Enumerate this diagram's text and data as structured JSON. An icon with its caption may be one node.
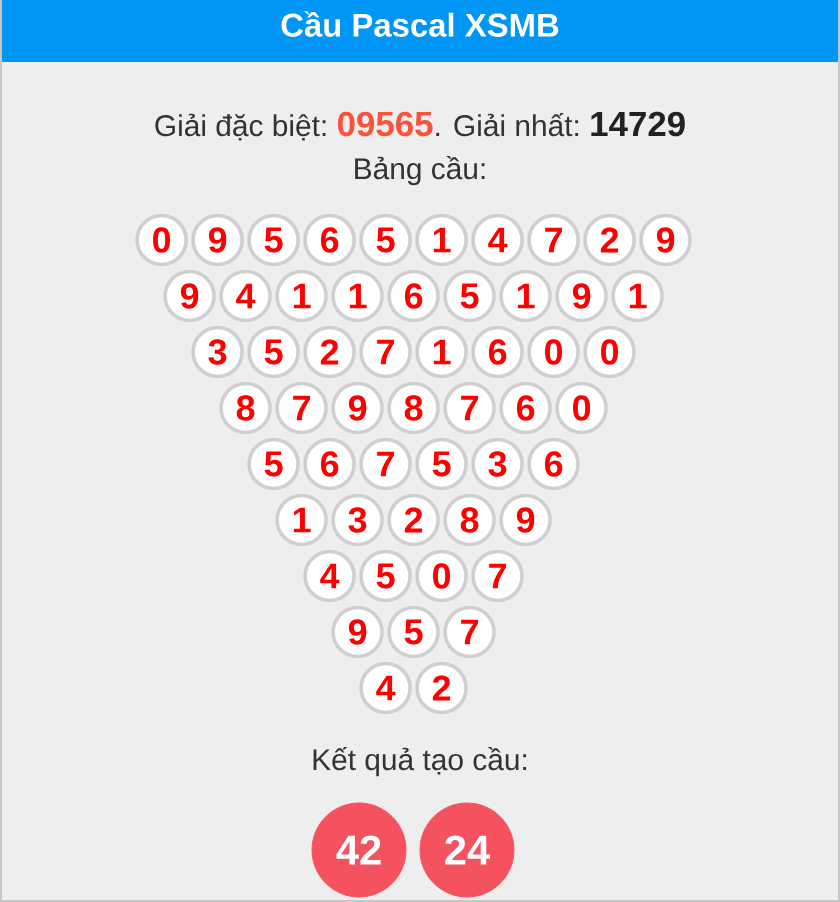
{
  "diagram": {
    "title": "Cầu Pascal XSMB",
    "nodes": [
      {
        "text": [
          "0"
        ]
      },
      {
        "text": [
          "9"
        ]
      },
      {
        "text": [
          "5"
        ]
      },
      {
        "text": [
          "6"
        ]
      },
      {
        "text": [
          "5"
        ]
      },
      {
        "text": [
          "1"
        ]
      },
      {
        "text": [
          "4"
        ]
      },
      {
        "text": [
          "7"
        ]
      },
      {
        "text": [
          "2"
        ]
      },
      {
        "text": [
          "9"
        ]
      },
      {
        "text": [
          "9"
        ]
      },
      {
        "text": [
          "4"
        ]
      },
      {
        "text": [
          "1"
        ]
      },
      {
        "text": [
          "1"
        ]
      },
      {
        "text": [
          "6"
        ]
      },
      {
        "text": [
          "5"
        ]
      },
      {
        "text": [
          "1"
        ]
      },
      {
        "text": [
          "9"
        ]
      },
      {
        "text": [
          "1"
        ]
      },
      {
        "text": [
          "3"
        ]
      },
      {
        "text": [
          "5"
        ]
      },
      {
        "text": [
          "2"
        ]
      },
      {
        "text": [
          "7"
        ]
      },
      {
        "text": [
          "1"
        ]
      },
      {
        "text": [
          "6"
        ]
      },
      {
        "text": [
          "0"
        ]
      },
      {
        "text": [
          "0"
        ]
      },
      {
        "text": [
          "8"
        ]
      },
      {
        "text": [
          "7"
        ]
      },
      {
        "text": [
          "9"
        ]
      },
      {
        "text": [
          "8"
        ]
      },
      {
        "text": [
          "7"
        ]
      },
      {
        "text": [
          "6"
        ]
      },
      {
        "text": [
          "0"
        ]
      },
      {
        "text": [
          "5"
        ]
      },
      {
        "text": [
          "6"
        ]
      },
      {
        "text": [
          "7"
        ]
      },
      {
        "text": [
          "5"
        ]
      },
      {
        "text": [
          "3"
        ]
      },
      {
        "text": [
          "6"
        ]
      },
      {
        "text": [
          "1"
        ]
      },
      {
        "text": [
          "3"
        ]
      },
      {
        "text": [
          "2"
        ]
      },
      {
        "text": [
          "8"
        ]
      },
      {
        "text": [
          "9"
        ]
      },
      {
        "text": [
          "4"
        ]
      },
      {
        "text": [
          "5"
        ]
      },
      {
        "text": [
          "0"
        ]
      },
      {
        "text": [
          "7"
        ]
      },
      {
        "text": [
          "9"
        ]
      },
      {
        "text": [
          "5"
        ]
      },
      {
        "text": [
          "7"
        ]
      },
      {
        "text": [
          "4"
        ]
      },
      {
        "text": [
          "2"
        ]
      },
      {
        "text": [
          "42"
        ]
      },
      {
        "text": [
          "24"
        ]
      }
    ],
    "labels": [
      "Giải đặc biệt:",
      "09565",
      ". Giải nhất:",
      "14729",
      "Bảng cầu:",
      "Kết quả tạo cầu:"
    ]
  }
}
